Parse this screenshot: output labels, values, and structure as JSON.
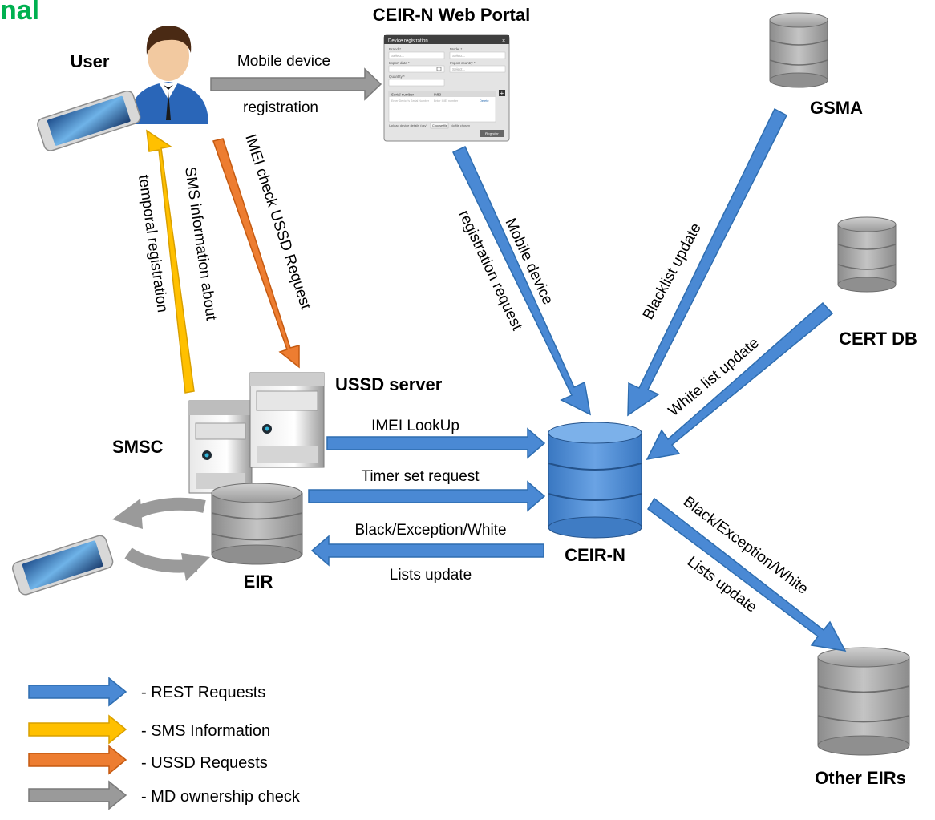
{
  "colors": {
    "blue": "#4a89d4",
    "blue_dark": "#2e6db0",
    "yellow": "#ffc000",
    "yellow_dark": "#d9a000",
    "orange": "#ed7d31",
    "orange_dark": "#c55a11",
    "gray": "#9a9a9a",
    "gray_dark": "#7a7a7a",
    "title_green": "#00b050"
  },
  "header": {
    "partial_title": "nal",
    "portal_title": "CEIR-N Web Portal"
  },
  "nodes": {
    "user": "User",
    "gsma": "GSMA",
    "cert_db": "CERT DB",
    "ussd_server": "USSD server",
    "smsc": "SMSC",
    "eir": "EIR",
    "ceir_n": "CEIR-N",
    "other_eirs": "Other EIRs"
  },
  "arrows": {
    "mobile_device_registration": [
      "Mobile device",
      "registration"
    ],
    "imei_check_ussd": "IMEI check USSD Request",
    "sms_info": [
      "SMS information about",
      "temporal registration"
    ],
    "portal_to_ceir": [
      "Mobile device",
      "registration request"
    ],
    "blacklist_update": "Blacklist update",
    "white_list_update": "White list update",
    "imei_lookup": "IMEI LookUp",
    "timer_set": "Timer set request",
    "bew_lists": [
      "Black/Exception/White",
      "Lists update"
    ],
    "other_eirs_update": [
      "Black/Exception/White",
      "Lists update"
    ]
  },
  "legend": [
    {
      "label": "- REST Requests",
      "color": "blue"
    },
    {
      "label": "- SMS Information",
      "color": "yellow"
    },
    {
      "label": "- USSD Requests",
      "color": "orange"
    },
    {
      "label": "- MD ownership check",
      "color": "gray"
    }
  ],
  "portal_form": {
    "window_title": "Device registration",
    "brand_label": "Brand *",
    "model_label": "Model *",
    "import_date_label": "Import date *",
    "import_country_label": "Import country *",
    "quantity_label": "Quantity *",
    "select_placeholder": "Select...",
    "serial_col": "Serial number",
    "imei_col": "IMEI",
    "serial_placeholder": "Enter Device's Serial Number",
    "imei_placeholder": "Enter IMEI number",
    "delete_link": "Delete",
    "upload_label": "Upload device details (csv)",
    "choose_file": "Choose file",
    "no_file": "No file chosen",
    "register_button": "Register"
  }
}
